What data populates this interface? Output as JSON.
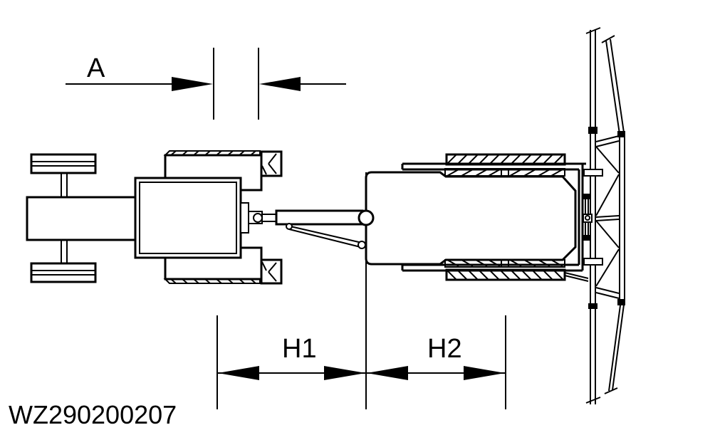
{
  "figure": {
    "type": "technical-diagram",
    "description": "Top view line drawing of a tractor hitched by drawbar to a trailed implement with a folded vertical boom; dimension A marked at top, dimensions H1 and H2 marked below",
    "background_color": "#ffffff",
    "line_color": "#000000",
    "code": "WZ290200207",
    "labels": {
      "dim_a": "A",
      "dim_h1": "H1",
      "dim_h2": "H2"
    }
  }
}
